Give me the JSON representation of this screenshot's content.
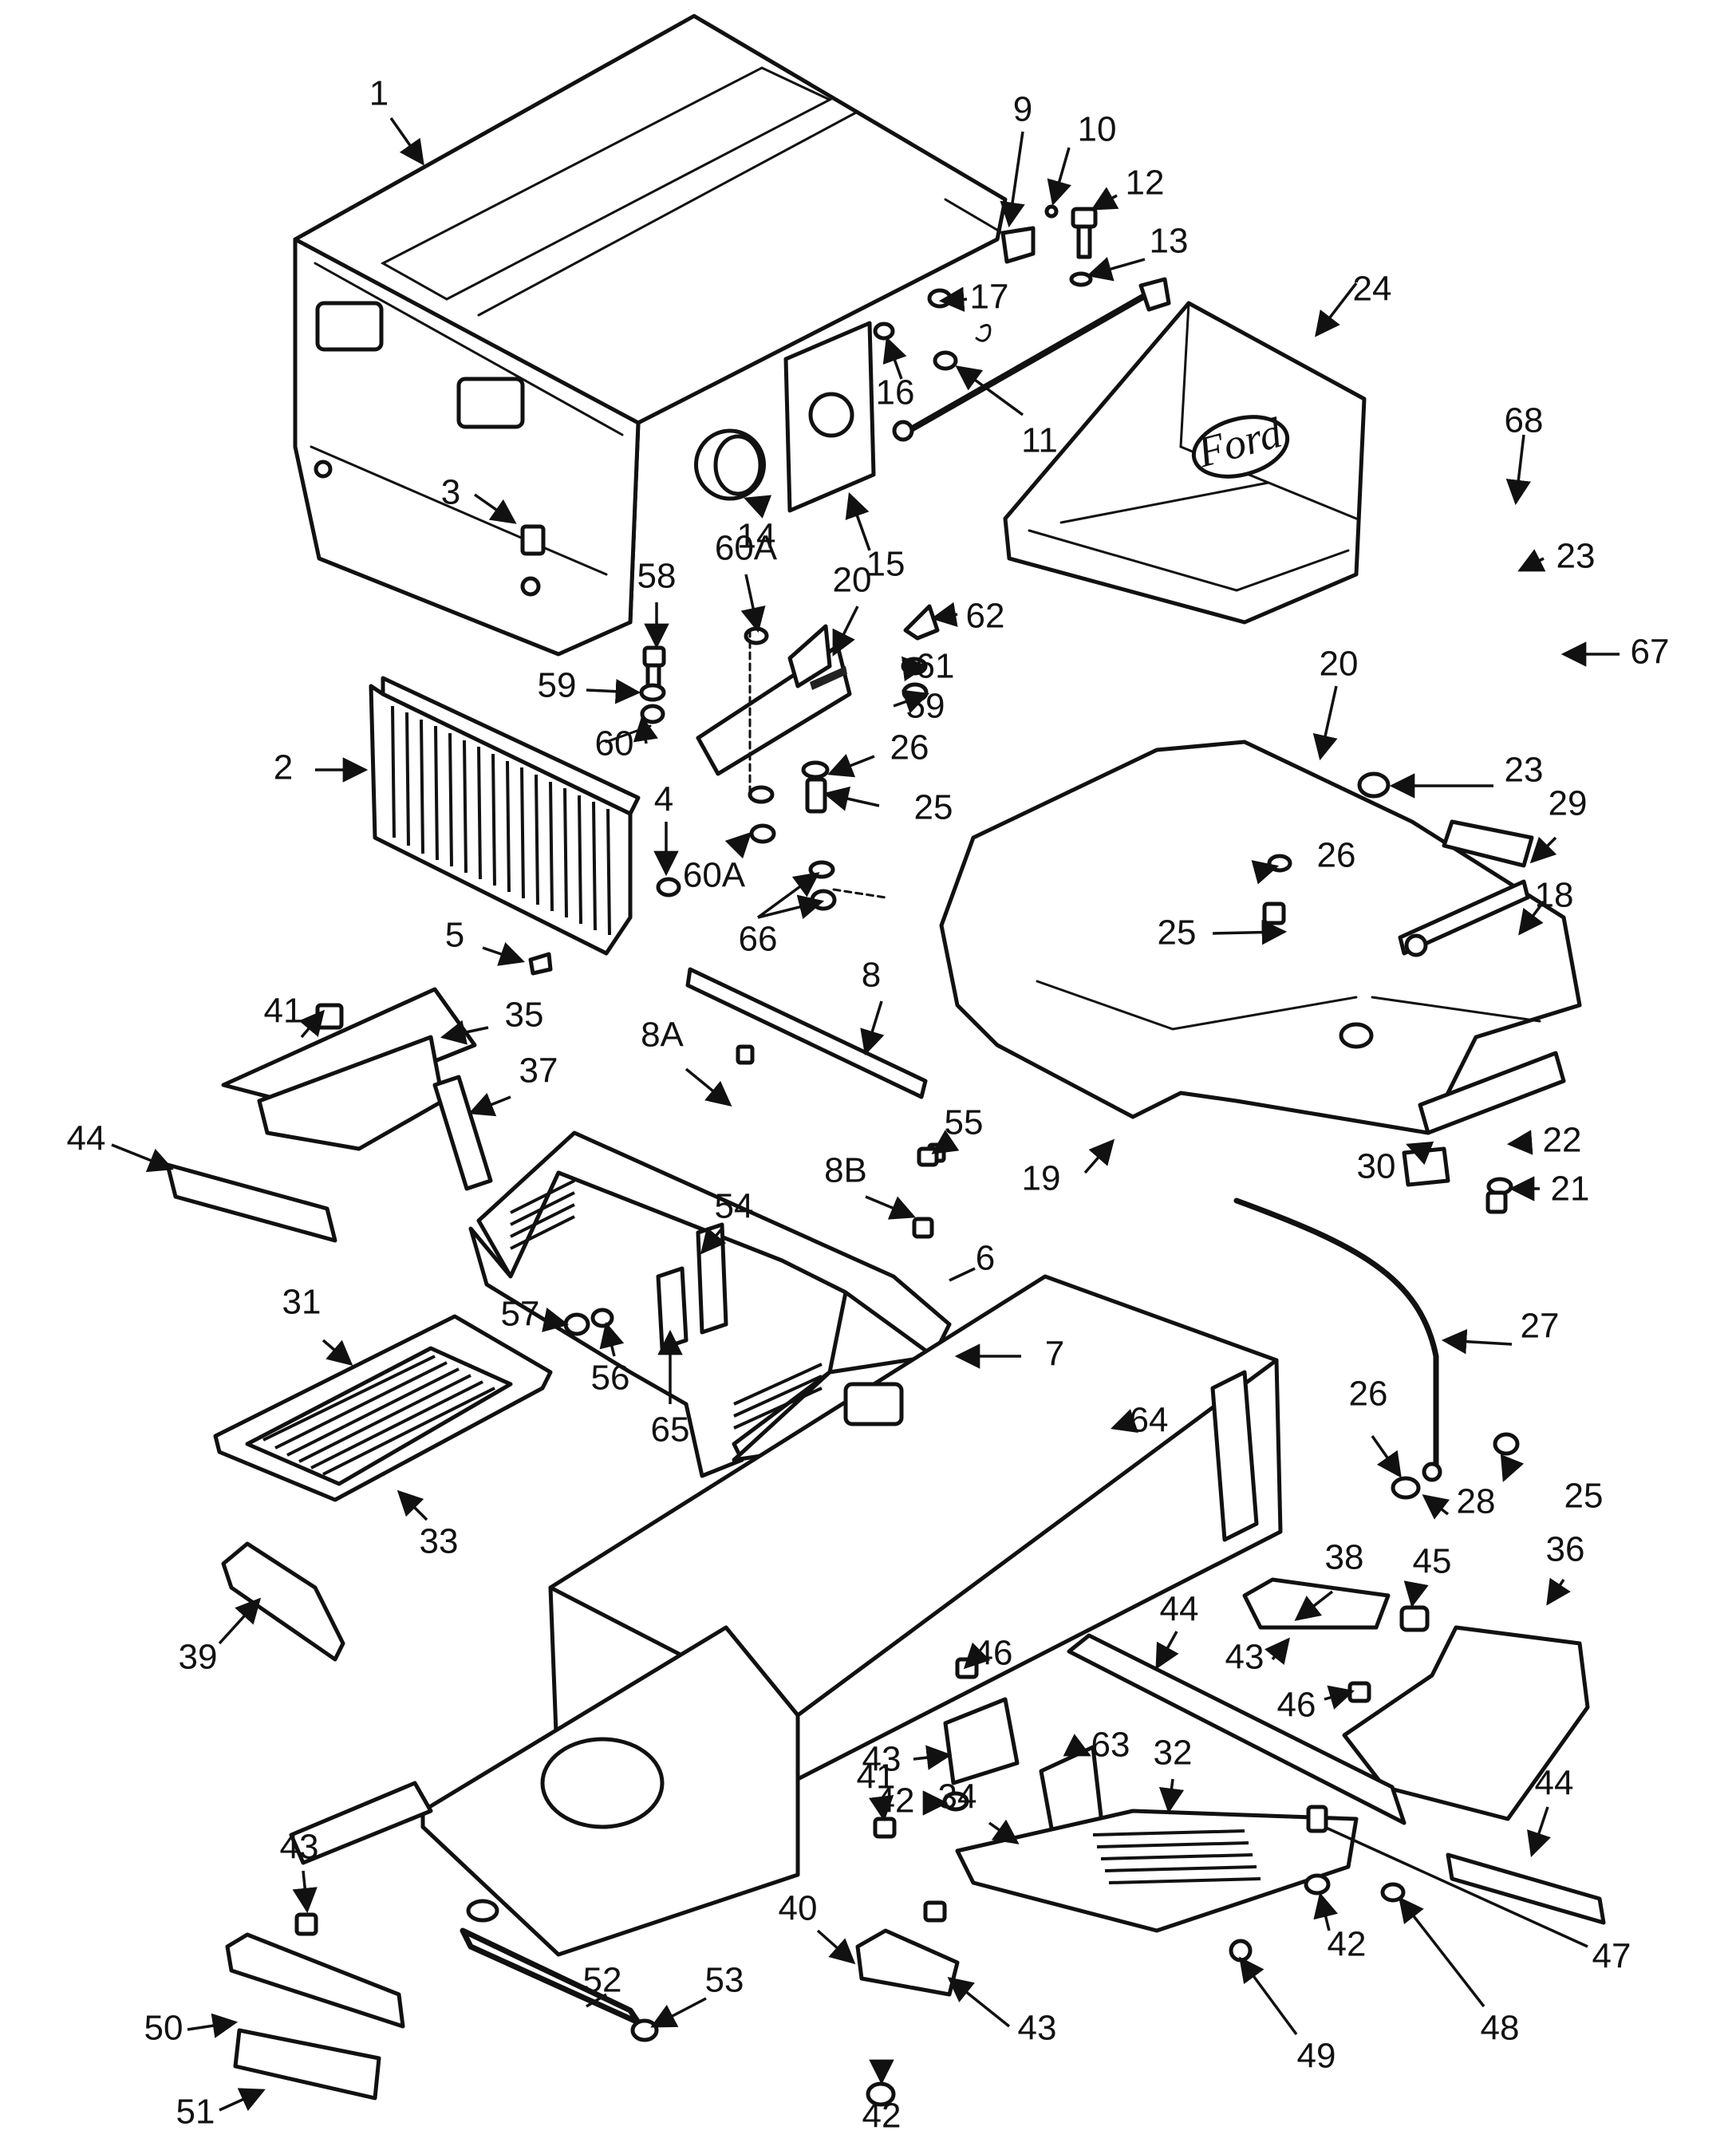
{
  "diagram": {
    "emblem_text": "Ford",
    "callouts": [
      "1",
      "2",
      "3",
      "4",
      "5",
      "6",
      "7",
      "8",
      "8A",
      "8B",
      "9",
      "10",
      "11",
      "12",
      "13",
      "14",
      "15",
      "16",
      "17",
      "18",
      "19",
      "20",
      "20",
      "21",
      "22",
      "23",
      "23",
      "24",
      "25",
      "25",
      "25",
      "26",
      "26",
      "26",
      "27",
      "28",
      "29",
      "30",
      "31",
      "32",
      "33",
      "34",
      "35",
      "36",
      "37",
      "38",
      "39",
      "40",
      "41",
      "41",
      "42",
      "42",
      "42",
      "43",
      "43",
      "43",
      "43",
      "44",
      "44",
      "44",
      "45",
      "46",
      "46",
      "47",
      "48",
      "49",
      "50",
      "51",
      "52",
      "53",
      "54",
      "55",
      "56",
      "57",
      "58",
      "59",
      "59",
      "60",
      "60A",
      "60A",
      "61",
      "62",
      "63",
      "64",
      "65",
      "66",
      "67",
      "68"
    ]
  }
}
